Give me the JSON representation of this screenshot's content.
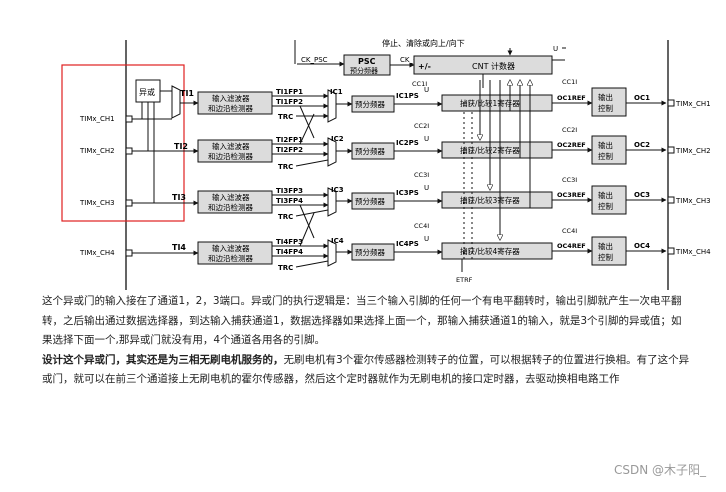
{
  "diagram": {
    "top": {
      "stop_text": "停止、清除或向上/向下",
      "u_top": "U",
      "ck_psc": "CK_PSC",
      "psc": "PSC",
      "psc_sub": "预分频器",
      "ck_cnt": "CK_CNT",
      "cnt_sign": "+/-",
      "cnt": "CNT 计数器"
    },
    "xor": "异或",
    "ti1": "TI1",
    "channels": [
      {
        "input": "TIMx_CH1",
        "ti": "",
        "filter1": "输入滤波器",
        "filter2": "和边沿检测器",
        "fp_a": "TI1FP1",
        "fp_b": "TI1FP2",
        "trc": "TRC",
        "ic": "IC1",
        "prescaler": "预分频器",
        "icps": "IC1PS",
        "u": "U",
        "cci": "CC1I",
        "capture": "捕获/比较1寄存器",
        "cci_out": "CC1I",
        "ref": "OC1REF",
        "out1": "输出",
        "out2": "控制",
        "oc": "OC1",
        "output": "TIMx_CH1"
      },
      {
        "input": "TIMx_CH2",
        "ti": "TI2",
        "filter1": "输入滤波器",
        "filter2": "和边沿检测器",
        "fp_a": "TI2FP1",
        "fp_b": "TI2FP2",
        "trc": "TRC",
        "ic": "IC2",
        "prescaler": "预分频器",
        "icps": "IC2PS",
        "u": "U",
        "cci": "CC2I",
        "capture": "捕获/比较2寄存器",
        "cci_out": "CC2I",
        "ref": "OC2REF",
        "out1": "输出",
        "out2": "控制",
        "oc": "OC2",
        "output": "TIMx_CH2"
      },
      {
        "input": "TIMx_CH3",
        "ti": "TI3",
        "filter1": "输入滤波器",
        "filter2": "和边沿检测器",
        "fp_a": "TI3FP3",
        "fp_b": "TI3FP4",
        "trc": "TRC",
        "ic": "IC3",
        "prescaler": "预分频器",
        "icps": "IC3PS",
        "u": "U",
        "cci": "CC3I",
        "capture": "捕获/比较3寄存器",
        "cci_out": "CC3I",
        "ref": "OC3REF",
        "out1": "输出",
        "out2": "控制",
        "oc": "OC3",
        "output": "TIMx_CH3"
      },
      {
        "input": "TIMx_CH4",
        "ti": "TI4",
        "filter1": "输入滤波器",
        "filter2": "和边沿检测器",
        "fp_a": "TI4FP3",
        "fp_b": "TI4FP4",
        "trc": "TRC",
        "ic": "IC4",
        "prescaler": "预分频器",
        "icps": "IC4PS",
        "u": "U",
        "cci": "CC4I",
        "capture": "捕获/比较4寄存器",
        "cci_out": "CC4I",
        "ref": "OC4REF",
        "out1": "输出",
        "out2": "控制",
        "oc": "OC4",
        "output": "TIMx_CH4"
      }
    ],
    "etrf": "ETRF",
    "colors": {
      "highlight": "#e02020",
      "line": "#111111",
      "block": "#dcdcdc"
    }
  },
  "description": {
    "p1": "这个异或门的输入接在了通道1，2，3端口。异或门的执行逻辑是：当三个输入引脚的任何一个有电平翻转时，输出引脚就产生一次电平翻转，之后输出通过数据选择器，到达输入捕获通道1，数据选择器如果选择上面一个，那输入捕获通道1的输入，就是3个引脚的异或值；如果选择下面一个,那异或门就没有用，4个通道各用各的引脚。",
    "p2_bold": "设计这个异或门，其实还是为三相无刷电机服务的，",
    "p2_rest": "无刷电机有3个霍尔传感器检测转子的位置，可以根据转子的位置进行换相。有了这个异或门，就可以在前三个通道接上无刷电机的霍尔传感器，然后这个定时器就作为无刷电机的接口定时器，去驱动换相电路工作"
  },
  "watermark": "CSDN @木子阳_"
}
